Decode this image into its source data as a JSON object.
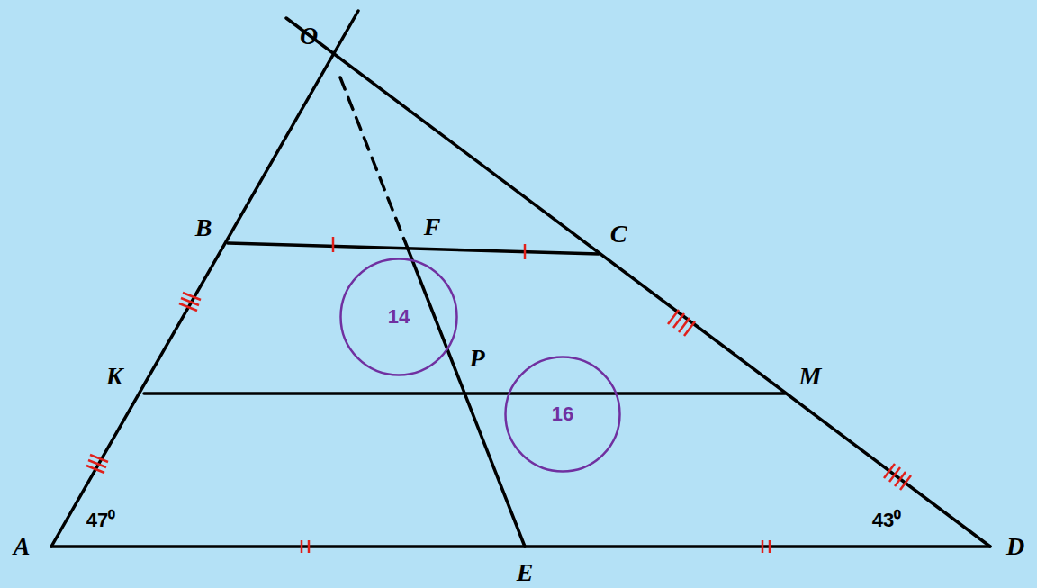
{
  "diagram": {
    "nodes": [
      {
        "text": [
          "14"
        ]
      },
      {
        "text": [
          "16"
        ]
      }
    ],
    "labels": [
      "O",
      "B",
      "F",
      "C",
      "K",
      "P",
      "M",
      "A",
      "E",
      "D",
      "47⁰",
      "43⁰"
    ]
  }
}
